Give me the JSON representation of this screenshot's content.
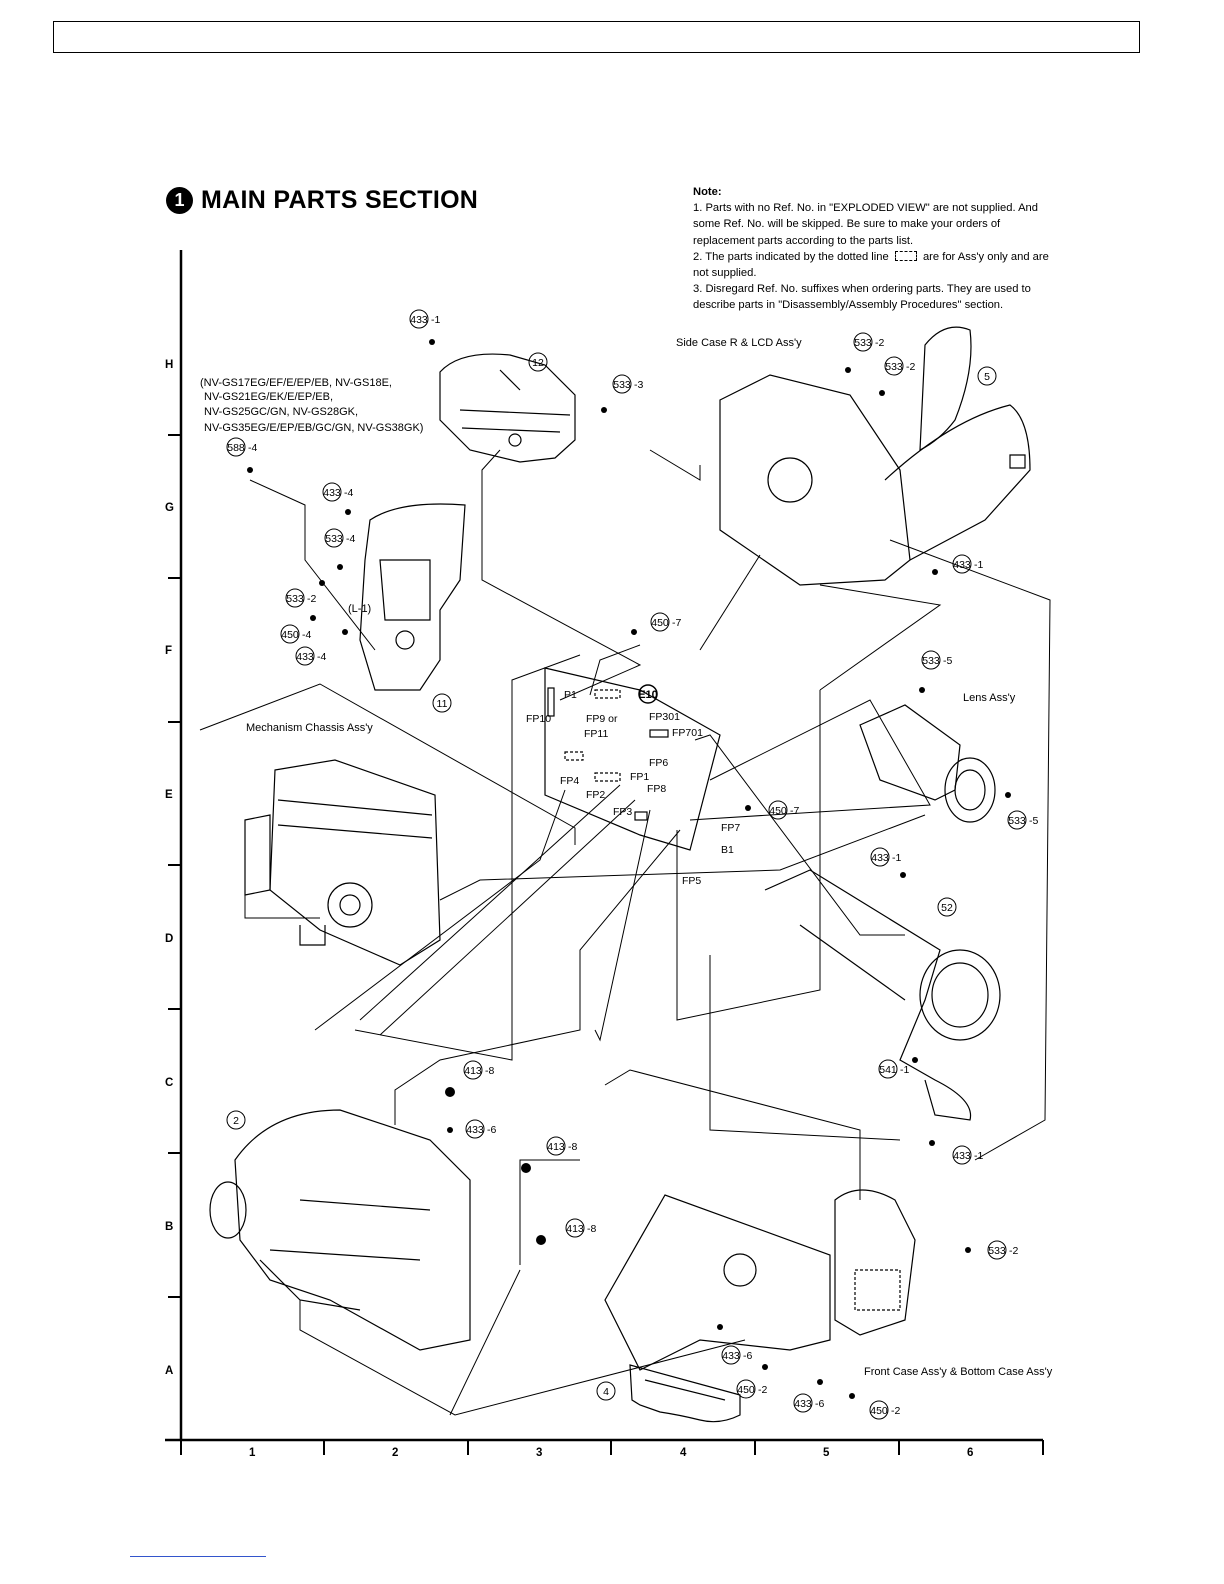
{
  "section": {
    "number": "1",
    "title": "MAIN PARTS SECTION"
  },
  "note": {
    "title": "Note:",
    "items": [
      "1. Parts with no Ref. No. in \"EXPLODED VIEW\" are not supplied. And some Ref. No. will be skipped. Be sure to make your orders of replacement parts according to the parts list.",
      "The parts indicated by the dotted line",
      "are for Ass'y only and are not supplied.",
      "3. Disregard Ref. No. suffixes when ordering parts. They are used to describe parts in \"Disassembly/Assembly Procedures\" section."
    ],
    "item2_prefix": "2."
  },
  "models_text": [
    "(NV-GS17EG/EF/E/EP/EB, NV-GS18E,",
    "NV-GS21EG/EK/E/EP/EB,",
    "NV-GS25GC/GN, NV-GS28GK,",
    "NV-GS35EG/E/EP/EB/GC/GN, NV-GS38GK)"
  ],
  "assembly_labels": {
    "side_case": "Side Case R & LCD Ass'y",
    "mechanism": "Mechanism Chassis Ass'y",
    "lens": "Lens Ass'y",
    "front_case": "Front Case Ass'y & Bottom Case Ass'y",
    "board": "E10",
    "l1": "(L-1)"
  },
  "connectors": [
    "P1",
    "FP10",
    "FP9 or",
    "FP11",
    "FP301",
    "FP701",
    "FP6",
    "FP1",
    "FP8",
    "FP4",
    "FP2",
    "FP3",
    "FP7",
    "B1",
    "FP5"
  ],
  "ref_callouts": [
    {
      "num": "433",
      "suffix": "-1"
    },
    {
      "num": "12",
      "suffix": ""
    },
    {
      "num": "533",
      "suffix": "-3"
    },
    {
      "num": "588",
      "suffix": "-4"
    },
    {
      "num": "433",
      "suffix": "-4"
    },
    {
      "num": "533",
      "suffix": "-4"
    },
    {
      "num": "533",
      "suffix": "-2"
    },
    {
      "num": "450",
      "suffix": "-4"
    },
    {
      "num": "433",
      "suffix": "-4"
    },
    {
      "num": "11",
      "suffix": ""
    },
    {
      "num": "533",
      "suffix": "-2"
    },
    {
      "num": "533",
      "suffix": "-2"
    },
    {
      "num": "5",
      "suffix": ""
    },
    {
      "num": "433",
      "suffix": "-1"
    },
    {
      "num": "450",
      "suffix": "-7"
    },
    {
      "num": "533",
      "suffix": "-5"
    },
    {
      "num": "450",
      "suffix": "-7"
    },
    {
      "num": "533",
      "suffix": "-5"
    },
    {
      "num": "433",
      "suffix": "-1"
    },
    {
      "num": "52",
      "suffix": ""
    },
    {
      "num": "541",
      "suffix": "-1"
    },
    {
      "num": "433",
      "suffix": "-1"
    },
    {
      "num": "413",
      "suffix": "-8"
    },
    {
      "num": "2",
      "suffix": ""
    },
    {
      "num": "433",
      "suffix": "-6"
    },
    {
      "num": "413",
      "suffix": "-8"
    },
    {
      "num": "413",
      "suffix": "-8"
    },
    {
      "num": "533",
      "suffix": "-2"
    },
    {
      "num": "4",
      "suffix": ""
    },
    {
      "num": "433",
      "suffix": "-6"
    },
    {
      "num": "450",
      "suffix": "-2"
    },
    {
      "num": "433",
      "suffix": "-6"
    },
    {
      "num": "450",
      "suffix": "-2"
    }
  ],
  "grid": {
    "rows": [
      "H",
      "G",
      "F",
      "E",
      "D",
      "C",
      "B",
      "A"
    ],
    "cols": [
      "1",
      "2",
      "3",
      "4",
      "5",
      "6"
    ]
  }
}
